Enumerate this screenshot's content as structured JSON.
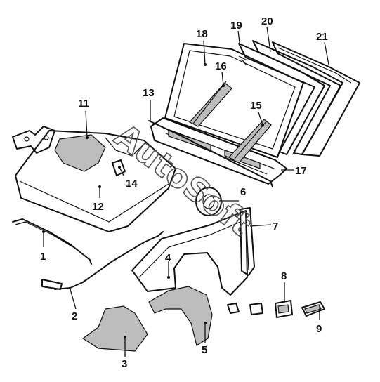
{
  "callouts": [
    {
      "n": "1"
    },
    {
      "n": "2"
    },
    {
      "n": "3"
    },
    {
      "n": "4"
    },
    {
      "n": "5"
    },
    {
      "n": "6"
    },
    {
      "n": "7"
    },
    {
      "n": "8"
    },
    {
      "n": "9"
    },
    {
      "n": "11"
    },
    {
      "n": "12"
    },
    {
      "n": "13"
    },
    {
      "n": "14"
    },
    {
      "n": "15"
    },
    {
      "n": "16"
    },
    {
      "n": "17"
    },
    {
      "n": "18"
    },
    {
      "n": "19"
    },
    {
      "n": "20"
    },
    {
      "n": "21"
    }
  ],
  "watermark": "AutoSoft",
  "colors": {
    "line": "#111111",
    "shade": "#bdbdbd",
    "background": "#ffffff"
  }
}
